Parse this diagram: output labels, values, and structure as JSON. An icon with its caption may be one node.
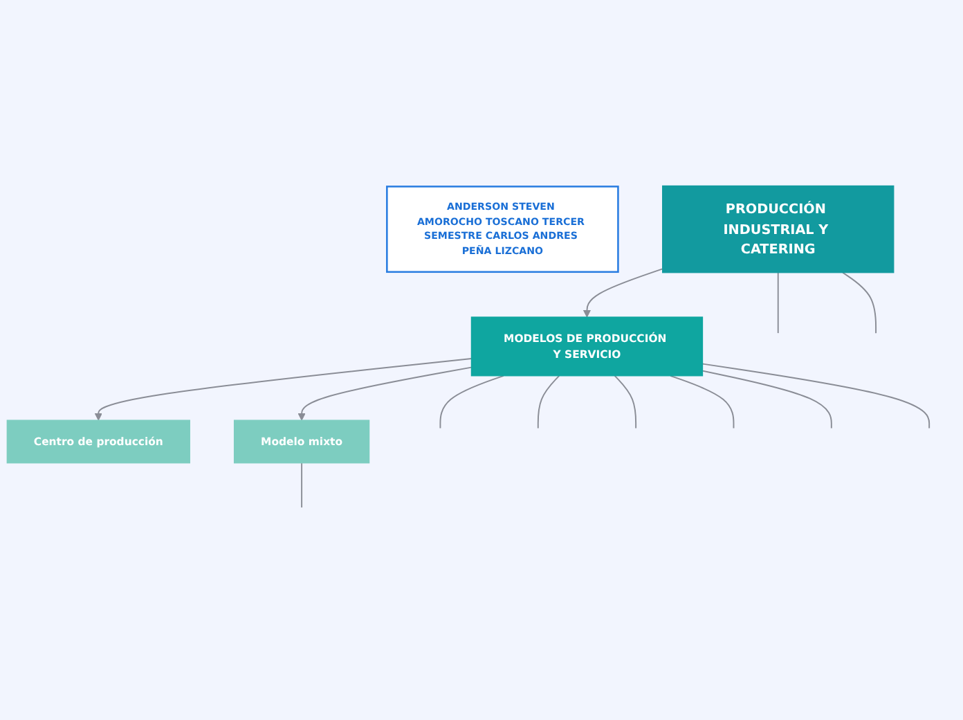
{
  "diagram": {
    "nodes": [
      {
        "text": [
          "ANDERSON STEVEN AMOROCHO TOSCANO TERCER SEMESTRE CARLOS ANDRES PEÑA LIZCANO"
        ]
      },
      {
        "text": [
          "PRODUCCIÓN INDUSTRIAL Y CATERING"
        ]
      },
      {
        "text": [
          "MODELOS DE PRODUCCIÓN Y SERVICIO"
        ]
      },
      {
        "text": [
          "Centro de producción"
        ]
      },
      {
        "text": [
          "Modelo mixto"
        ]
      }
    ],
    "edges": [
      {
        "from": 1,
        "to": null,
        "arrow": "none"
      },
      {
        "from": 1,
        "to": null,
        "arrow": "none"
      },
      {
        "from": 1,
        "to": 2,
        "arrow": "to"
      },
      {
        "from": 2,
        "to": 3,
        "arrow": "to"
      },
      {
        "from": 2,
        "to": 4,
        "arrow": "to"
      },
      {
        "from": 2,
        "to": null,
        "arrow": "none"
      },
      {
        "from": 2,
        "to": null,
        "arrow": "none"
      },
      {
        "from": 2,
        "to": null,
        "arrow": "none"
      },
      {
        "from": 2,
        "to": null,
        "arrow": "none"
      },
      {
        "from": 2,
        "to": null,
        "arrow": "none"
      },
      {
        "from": 2,
        "to": null,
        "arrow": "none"
      },
      {
        "from": 4,
        "to": null,
        "arrow": "none"
      }
    ]
  }
}
